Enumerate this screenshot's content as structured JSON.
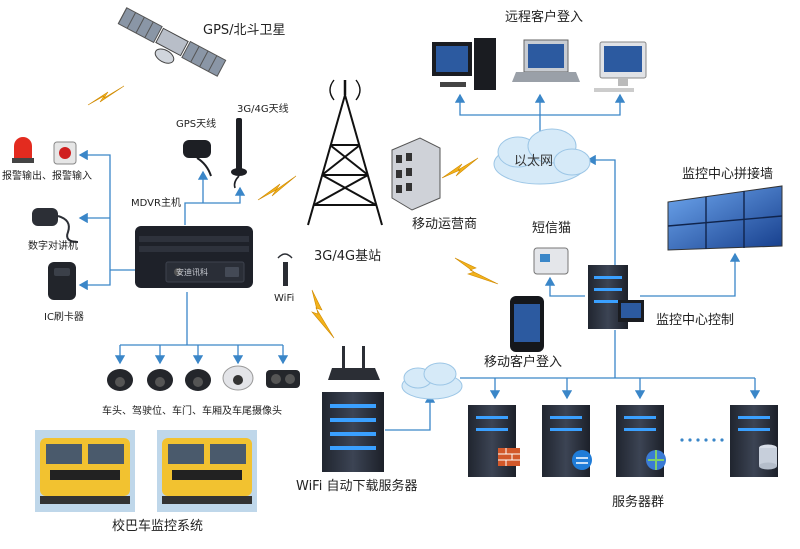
{
  "labels": {
    "gps_satellite": "GPS/北斗卫星",
    "remote_login": "远程客户登入",
    "gps_antenna": "GPS天线",
    "antenna_3g4g": "3G/4G天线",
    "alarm_io": "报警输出、报警输入",
    "mdvr_host": "MDVR主机",
    "digital_intercom": "数字对讲机",
    "ic_card_reader": "IC刷卡器",
    "base_station": "3G/4G基站",
    "operator": "移动运营商",
    "ethernet": "以太网",
    "sms_cat": "短信猫",
    "video_wall": "监控中心拼接墙",
    "control_center": "监控中心控制",
    "mobile_login": "移动客户登入",
    "wifi": "WiFi",
    "cameras": "车头、驾驶位、车门、车厢及车尾摄像头",
    "wifi_server": "WiFi 自动下载服务器",
    "server_group": "服务器群",
    "bus_system": "校巴车监控系统",
    "mdvr_brand": "安迪讯科"
  },
  "colors": {
    "connector": "#3a86c8",
    "lightning": "#f2b21b",
    "server_dark": "#2d3340",
    "server_led": "#3aa0ff",
    "cloud": "#d6eaf8",
    "bus_yellow": "#f2c230",
    "video_wall_blue": "#2a4f9c"
  }
}
